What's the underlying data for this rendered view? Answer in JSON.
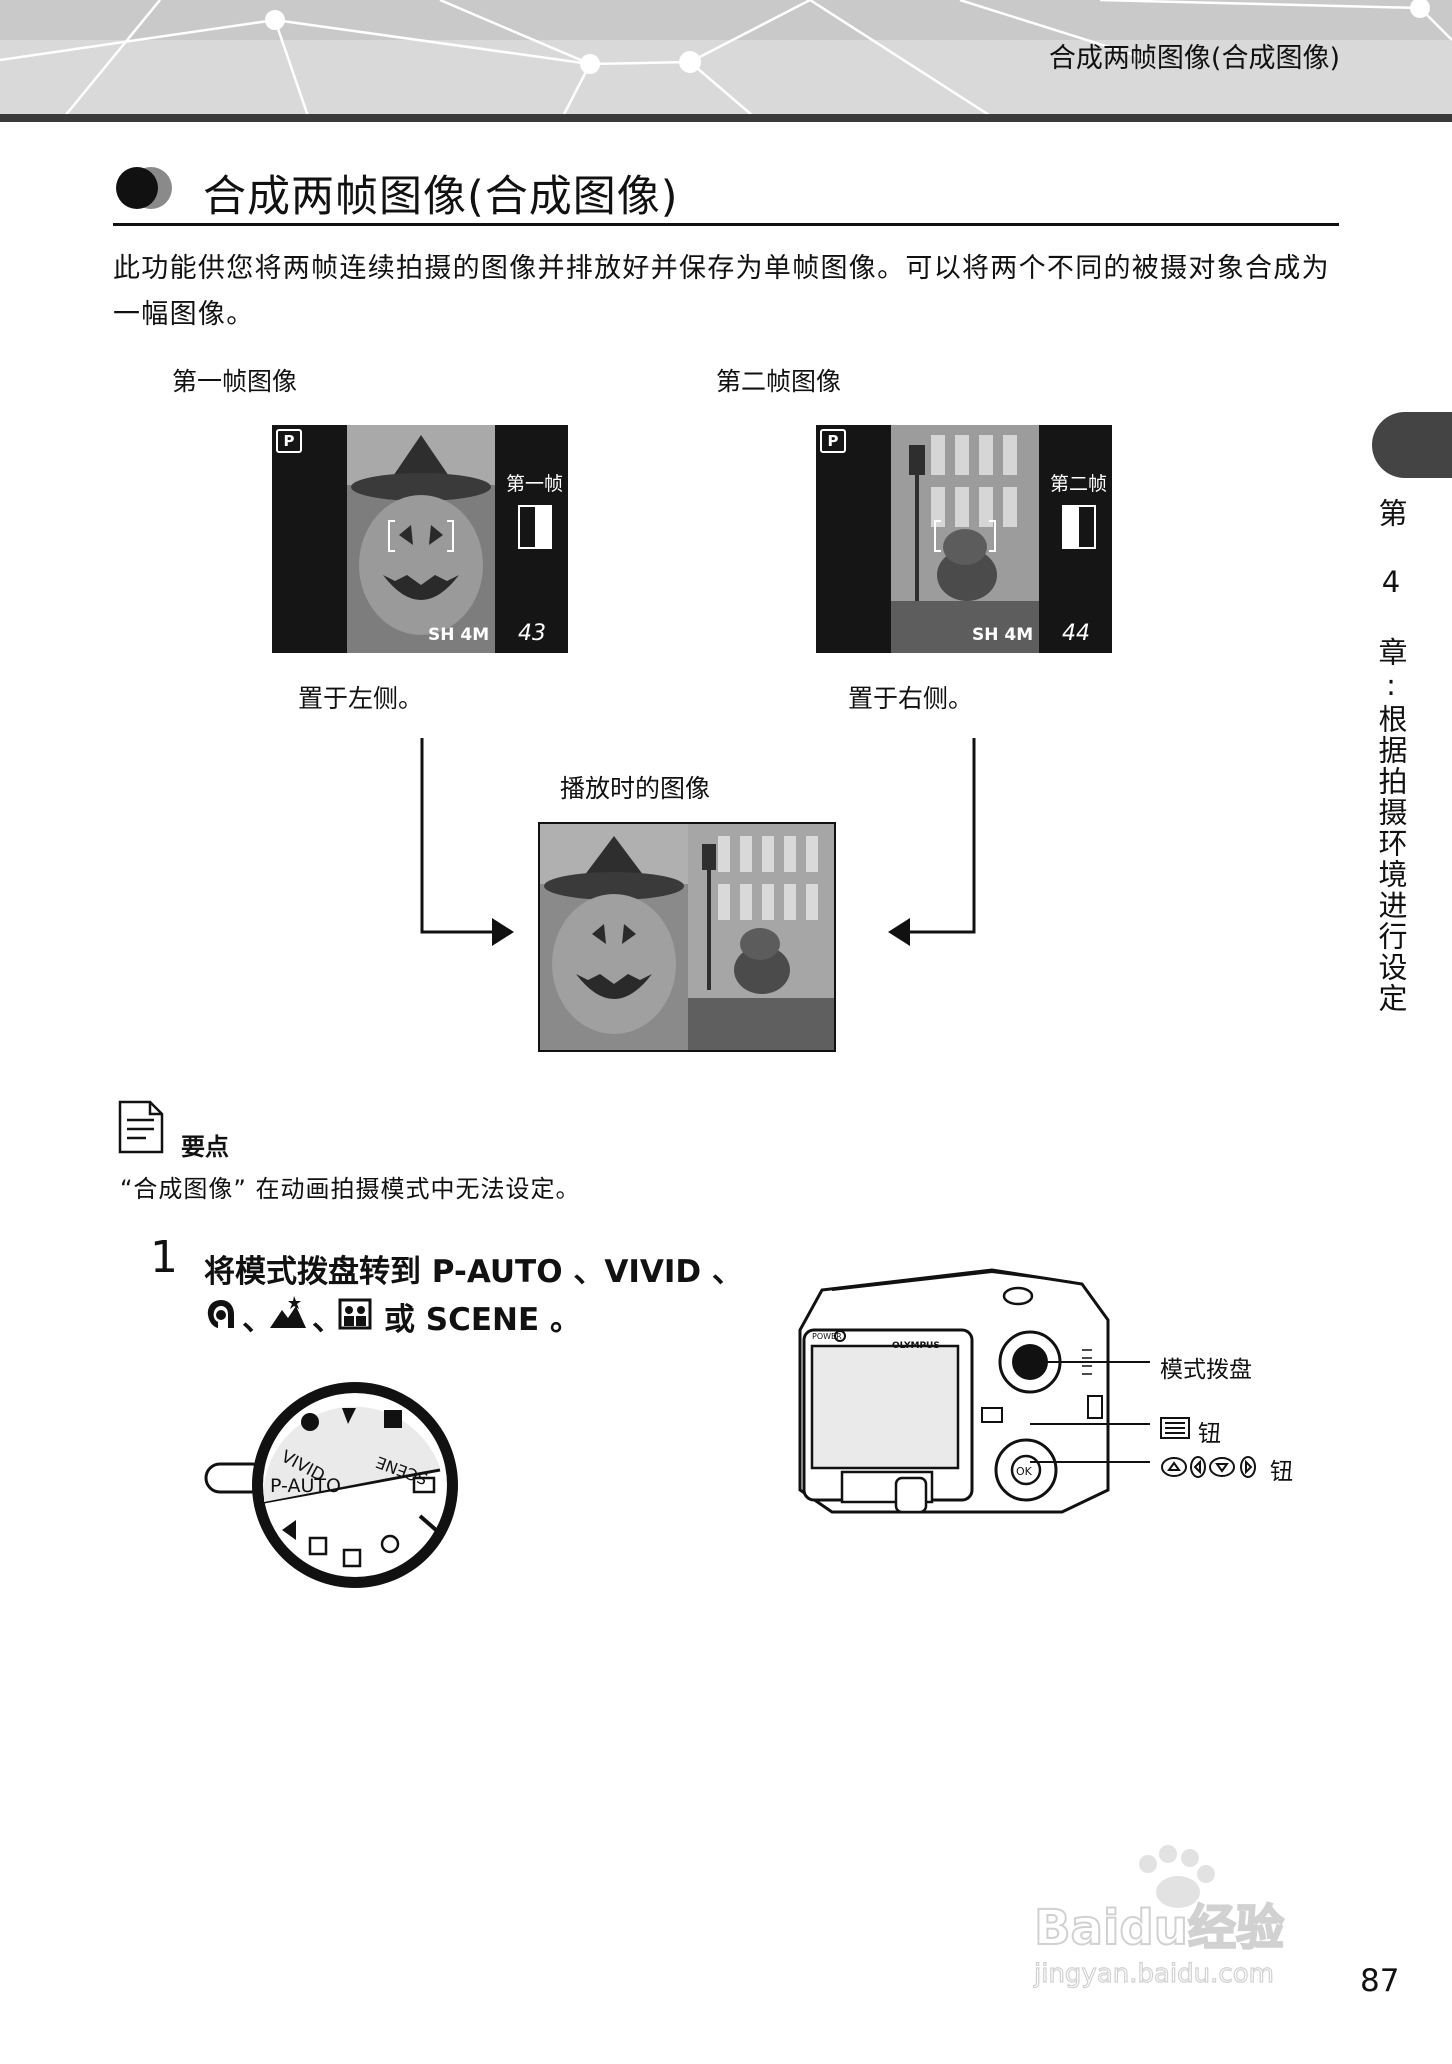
{
  "header": {
    "title": "合成两帧图像(合成图像)"
  },
  "section": {
    "title": "合成两帧图像(合成图像)",
    "intro": "此功能供您将两帧连续拍摄的图像并排放好并保存为单帧图像。可以将两个不同的被摄对象合成为一幅图像。"
  },
  "frames": [
    {
      "caption": "第一帧图像",
      "label": "第一帧",
      "quality": "SH 4M",
      "count": "43",
      "placement": "置于左侧。"
    },
    {
      "caption": "第二帧图像",
      "label": "第二帧",
      "quality": "SH 4M",
      "count": "44",
      "placement": "置于右侧。"
    }
  ],
  "mode_badge": "P",
  "playback_caption": "播放时的图像",
  "tips": {
    "label": "要点",
    "text": "“合成图像” 在动画拍摄模式中无法设定。"
  },
  "step": {
    "number": "1",
    "line1": "将模式拨盘转到 P-AUTO 、VIVID 、",
    "sep": "、",
    "line2_end": "或 SCENE 。"
  },
  "dial": {
    "labels": [
      "VIVID",
      "P-AUTO",
      "SCENE"
    ]
  },
  "camera": {
    "brand": "OLYMPUS",
    "power": "POWER",
    "ok": "OK"
  },
  "callouts": {
    "dial": "模式拨盘",
    "menu": "钮",
    "arrows": "钮"
  },
  "sidebar": {
    "chapter": "第 4 章:根据拍摄环境进行设定"
  },
  "watermark": {
    "brand": "Baidu经验",
    "url": "jingyan.baidu.com"
  },
  "page_number": "87"
}
